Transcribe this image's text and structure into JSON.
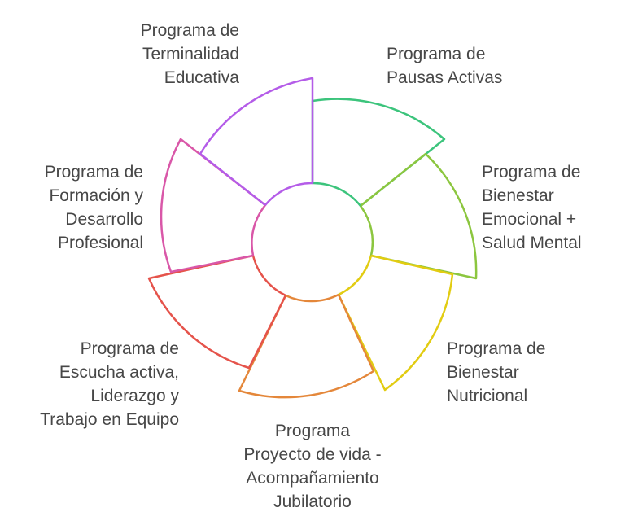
{
  "segments": [
    {
      "label": "Programa de\nPausas Activas",
      "color": "#3cc47c"
    },
    {
      "label": "Programa de\nBienestar\nEmocional +\nSalud Mental",
      "color": "#8cc63f"
    },
    {
      "label": "Programa de\nBienestar\nNutricional",
      "color": "#e2cc12"
    },
    {
      "label": "Programa\nProyecto de vida -\nAcompañamiento\nJubilatorio",
      "color": "#e4873a"
    },
    {
      "label": "Programa de\nEscucha activa,\nLiderazgo y\nTrabajo en Equipo",
      "color": "#e5534b"
    },
    {
      "label": "Programa de\nFormación y\nDesarrollo\nProfesional",
      "color": "#d957a8"
    },
    {
      "label": "Programa de\nTerminalidad\nEducativa",
      "color": "#b45ce8"
    }
  ]
}
